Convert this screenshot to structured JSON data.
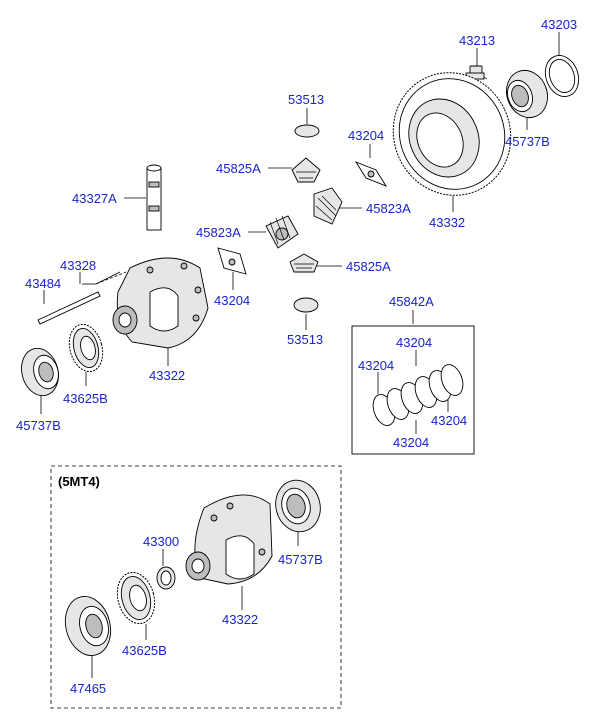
{
  "labels": {
    "p43213": "43213",
    "p43203": "43203",
    "p53513_top": "53513",
    "p45737b_top": "45737B",
    "p43204_mid": "43204",
    "p45825a_top": "45825A",
    "p45823a_right": "45823A",
    "p43332": "43332",
    "p43327a": "43327A",
    "p45823a_left": "45823A",
    "p43328": "43328",
    "p45825a_right": "45825A",
    "p43484": "43484",
    "p43204_left": "43204",
    "p45842a": "45842A",
    "p53513_bottom": "53513",
    "p43204_kit_top": "43204",
    "p43204_kit_left": "43204",
    "p43322": "43322",
    "p43204_kit_right": "43204",
    "p43625b": "43625B",
    "p45737b_left": "45737B",
    "p43204_kit_bottom": "43204",
    "p43300": "43300",
    "p45737b_5mt4": "45737B",
    "p43322_5mt4": "43322",
    "p43625b_5mt4": "43625B",
    "p47465": "47465"
  },
  "section": {
    "title": "(5MT4)"
  },
  "colors": {
    "label": "#1a25c8",
    "line": "#000000"
  }
}
